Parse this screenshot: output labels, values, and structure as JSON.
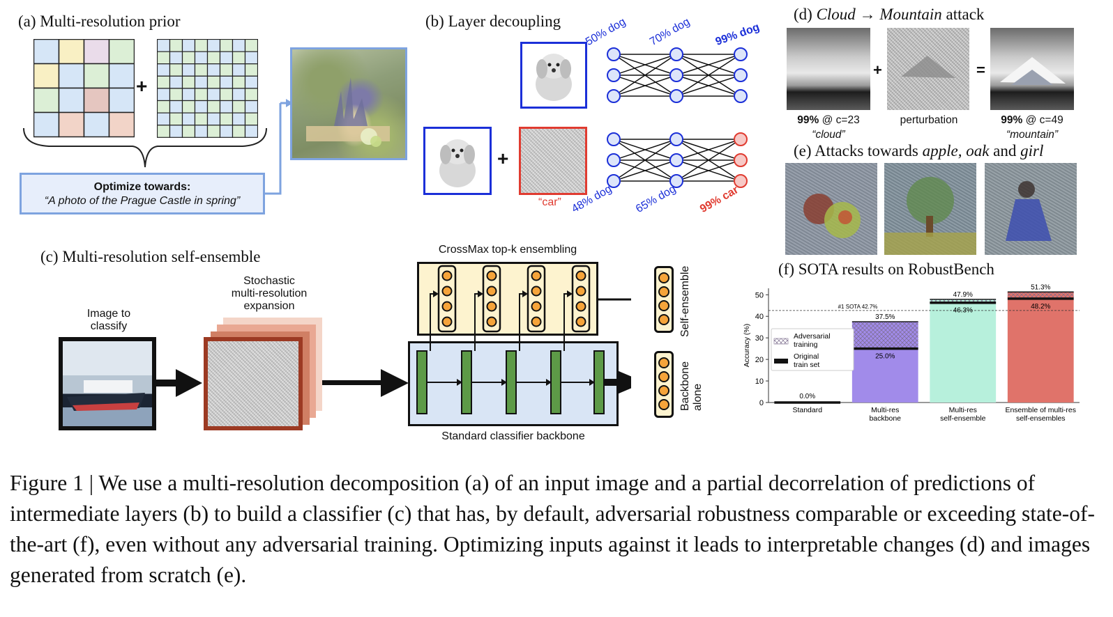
{
  "panel_a": {
    "title": "(a)  Multi-resolution prior",
    "optimize_label": "Optimize towards:",
    "prompt": "“A photo of the Prague Castle in spring”"
  },
  "panel_b": {
    "title": "(b)  Layer decoupling",
    "top_labels": [
      "50% dog",
      "70% dog",
      "99% dog"
    ],
    "bottom_labels": [
      "48% dog",
      "65% dog",
      "99% car"
    ],
    "car_label": "“car”"
  },
  "panel_c": {
    "title": "(c)  Multi-resolution self-ensemble",
    "image_label": [
      "Image to",
      "classify"
    ],
    "expansion_label": [
      "Stochastic",
      "multi-resolution",
      "expansion"
    ],
    "crossmax_label": "CrossMax top-k ensembling",
    "backbone_label": "Standard classifier backbone",
    "self_ensemble_label": "Self-ensemble",
    "backbone_alone_label": [
      "Backbone",
      "alone"
    ]
  },
  "panel_d": {
    "title_prefix": "(d)  ",
    "title_word1": "Cloud",
    "title_arrow": " → ",
    "title_word2": "Mountain",
    "title_suffix": " attack",
    "plus": "+",
    "equals": "=",
    "left_pct": "99%",
    "left_class": " @ c=23",
    "left_name": "“cloud”",
    "middle_label": "perturbation",
    "right_pct": "99%",
    "right_class": " @ c=49",
    "right_name": "“mountain”"
  },
  "panel_e": {
    "title_prefix": "(e)  Attacks towards ",
    "w1": "apple, oak",
    "mid": " and ",
    "w2": "girl"
  },
  "panel_f": {
    "title": "(f)  SOTA results on RobustBench"
  },
  "chart_data": {
    "type": "bar",
    "ylabel": "Accuracy (%)",
    "ylim": [
      0,
      53
    ],
    "yticks": [
      0,
      10,
      20,
      30,
      40,
      50
    ],
    "categories": [
      [
        "Standard"
      ],
      [
        "Multi-res",
        "backbone"
      ],
      [
        "Multi-res",
        "self-ensemble"
      ],
      [
        "Ensemble of multi-res",
        "self-ensembles"
      ]
    ],
    "original": [
      0.0,
      25.0,
      46.3,
      48.2
    ],
    "adversarial": [
      null,
      37.5,
      47.9,
      51.3
    ],
    "original_labels": [
      "0.0%",
      "25.0%",
      "46.3%",
      "48.2%"
    ],
    "adversarial_labels": [
      "",
      "37.5%",
      "47.9%",
      "51.3%"
    ],
    "colors": [
      "#ffffff",
      "#a18bea",
      "#b7f0dc",
      "#e0736a"
    ],
    "sota_value": 42.7,
    "sota_label": "#1 SOTA 42.7%",
    "legend": [
      "Adversarial training",
      "Original train set"
    ],
    "legend_placement": "upper-left",
    "grid": false
  },
  "caption": "Figure 1 | We use a multi-resolution decomposition (a) of an input image and a partial decorrelation of predictions of intermediate layers (b) to build a classifier (c) that has, by default, adversarial robustness comparable or exceeding state-of-the-art (f), even without any adversarial training. Optimizing inputs against it leads to interpretable changes (d) and images generated from scratch (e)."
}
